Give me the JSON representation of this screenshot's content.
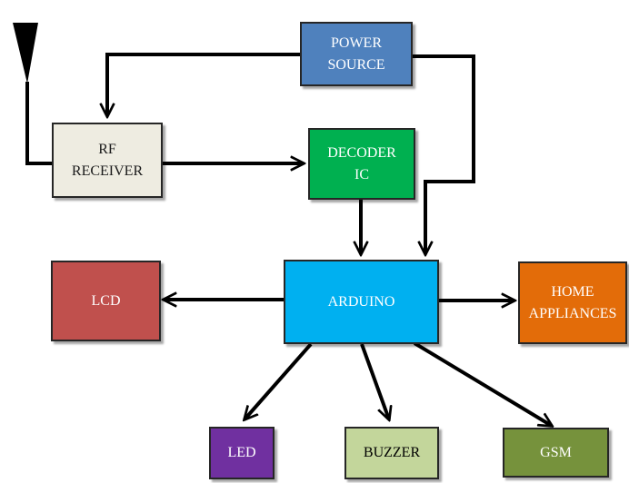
{
  "blocks": {
    "power_source": {
      "label": "POWER\nSOURCE",
      "color": "#4f81bd"
    },
    "rf_receiver": {
      "label": "RF\nRECEIVER",
      "color": "#eeece1"
    },
    "decoder_ic": {
      "label": "DECODER\nIC",
      "color": "#00b050"
    },
    "arduino": {
      "label": "ARDUINO",
      "color": "#00b0f0"
    },
    "lcd": {
      "label": "LCD",
      "color": "#c0504d"
    },
    "home_appliances": {
      "label": "HOME\nAPPLIANCES",
      "color": "#e36c09"
    },
    "led": {
      "label": "LED",
      "color": "#7030a0"
    },
    "buzzer": {
      "label": "BUZZER",
      "color": "#c3d69b"
    },
    "gsm": {
      "label": "GSM",
      "color": "#76923c"
    }
  },
  "antenna": {
    "icon": "antenna-icon"
  },
  "connection_color": "#000000"
}
